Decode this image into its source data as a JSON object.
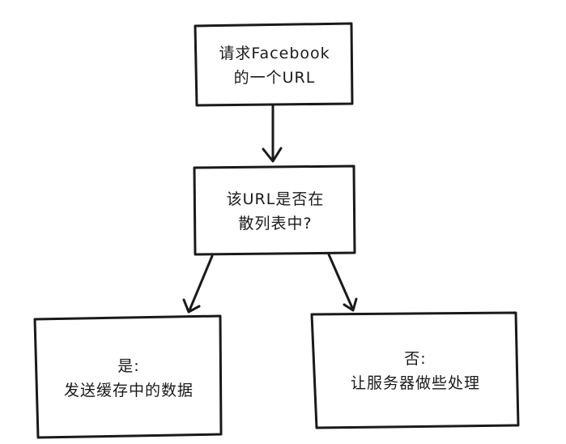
{
  "diagram": {
    "nodes": [
      {
        "id": "request",
        "lines": [
          "请求Facebook",
          "的一个URL"
        ]
      },
      {
        "id": "check",
        "lines": [
          "该URL是否在",
          "散列表中?"
        ]
      },
      {
        "id": "yes",
        "lines": [
          "是:",
          "发送缓存中的数据"
        ]
      },
      {
        "id": "no",
        "lines": [
          "否:",
          "让服务器做些处理"
        ]
      }
    ],
    "edges": [
      {
        "from": "request",
        "to": "check"
      },
      {
        "from": "check",
        "to": "yes"
      },
      {
        "from": "check",
        "to": "no"
      }
    ]
  }
}
